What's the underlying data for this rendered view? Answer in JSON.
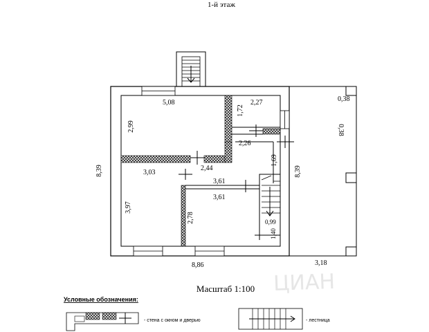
{
  "header": {
    "floor_title": "1-й этаж"
  },
  "dimensions": {
    "room_top_left_width": "5,08",
    "room_top_left_height": "2,99",
    "small_room_height": "1,72",
    "small_room_width": "2,27",
    "corridor_width": "2,26",
    "right_vertical_1": "1,69",
    "left_room_width": "3,03",
    "center_width": "2,44",
    "hall_width_1": "3,61",
    "hall_width_2": "3,61",
    "left_room_height": "3,97",
    "center_room_height": "2,78",
    "stair_width": "0,99",
    "stair_height": "1,40",
    "outer_height_left": "8,39",
    "outer_height_right": "8,39",
    "outer_width": "8,86",
    "terrace_top": "0,38",
    "terrace_side": "0,38",
    "terrace_width": "3,18"
  },
  "scale_label": "Масштаб 1:100",
  "legend": {
    "title": "Условные обозначения:",
    "wall_label": "- стена с окном и дверью",
    "stair_label": "- лестница"
  },
  "watermark": "ЦИАН"
}
